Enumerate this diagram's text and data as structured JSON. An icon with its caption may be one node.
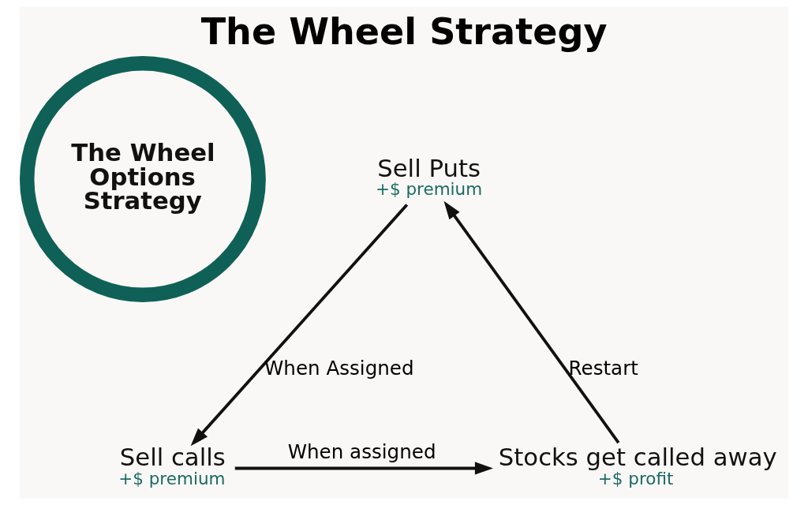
{
  "diagram": {
    "title": "The Wheel Strategy",
    "nodes": [
      {
        "text": [
          "The Wheel Options Strategy"
        ]
      },
      {
        "text": [
          "Sell Puts",
          "+$ premium"
        ]
      },
      {
        "text": [
          "Sell calls",
          "+$ premium"
        ]
      },
      {
        "text": [
          "Stocks get called away",
          "+$ profit"
        ]
      }
    ],
    "edges": [
      {
        "from": 1,
        "to": 2,
        "arrow": "to",
        "label": "When Assigned"
      },
      {
        "from": 2,
        "to": 3,
        "arrow": "to",
        "label": "When assigned"
      },
      {
        "from": 3,
        "to": 1,
        "arrow": "to",
        "label": "Restart"
      }
    ]
  }
}
